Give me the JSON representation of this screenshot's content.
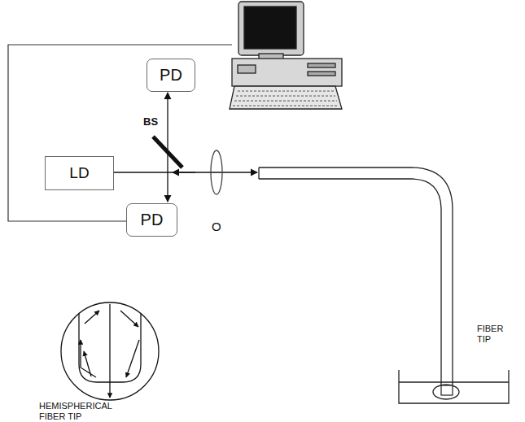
{
  "diagram": {
    "nodes": [
      {
        "text": [
          "PD"
        ]
      },
      {
        "text": [
          "LD"
        ]
      },
      {
        "text": [
          "PD"
        ]
      }
    ],
    "labels": [
      "BS",
      "O",
      "FIBER TIP",
      "HEMISPHERICAL FIBER TIP"
    ]
  }
}
